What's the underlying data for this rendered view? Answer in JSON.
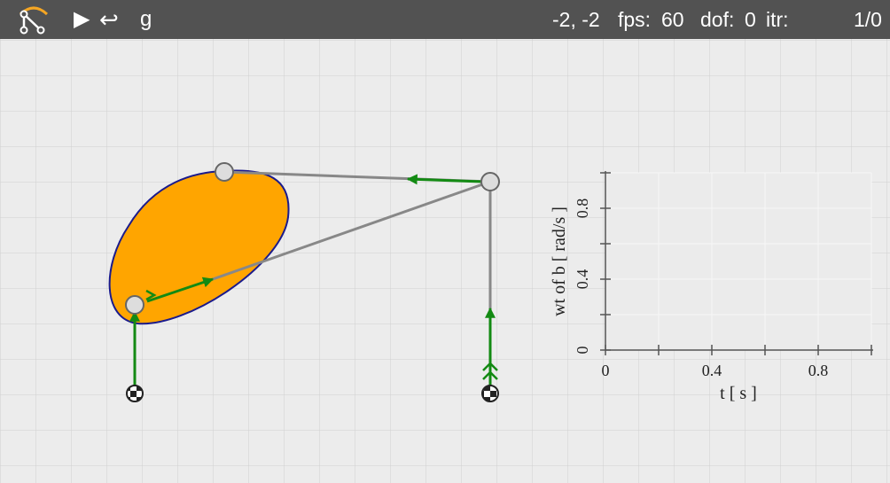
{
  "toolbar": {
    "logo_icon": "linkage-logo-icon",
    "play_glyph": "▶",
    "reset_glyph": "↩",
    "gravity_label": "g",
    "pointer_coords": "-2, -2",
    "fps_label": "fps:",
    "fps_value": "60",
    "dof_label": "dof:",
    "dof_value": "0",
    "itr_label": "itr:",
    "itr_value": "1/0"
  },
  "scene": {
    "body_color": "#ffa500",
    "body_outline_color": "#1a1a8c",
    "link_color": "#888888",
    "force_arrow_color": "#138a13",
    "grid_color": "#d0d0d0",
    "background_color": "#ececec"
  },
  "chart_data": {
    "type": "line",
    "title": "",
    "xlabel": "t  [ s ]",
    "ylabel": "wt of b  [ rad/s ]",
    "xlim": [
      0,
      1
    ],
    "ylim": [
      0,
      1
    ],
    "x_ticks": [
      "0",
      "0.4",
      "0.8"
    ],
    "y_ticks": [
      "0",
      "0.4",
      "0.8"
    ],
    "grid": true,
    "series": []
  }
}
